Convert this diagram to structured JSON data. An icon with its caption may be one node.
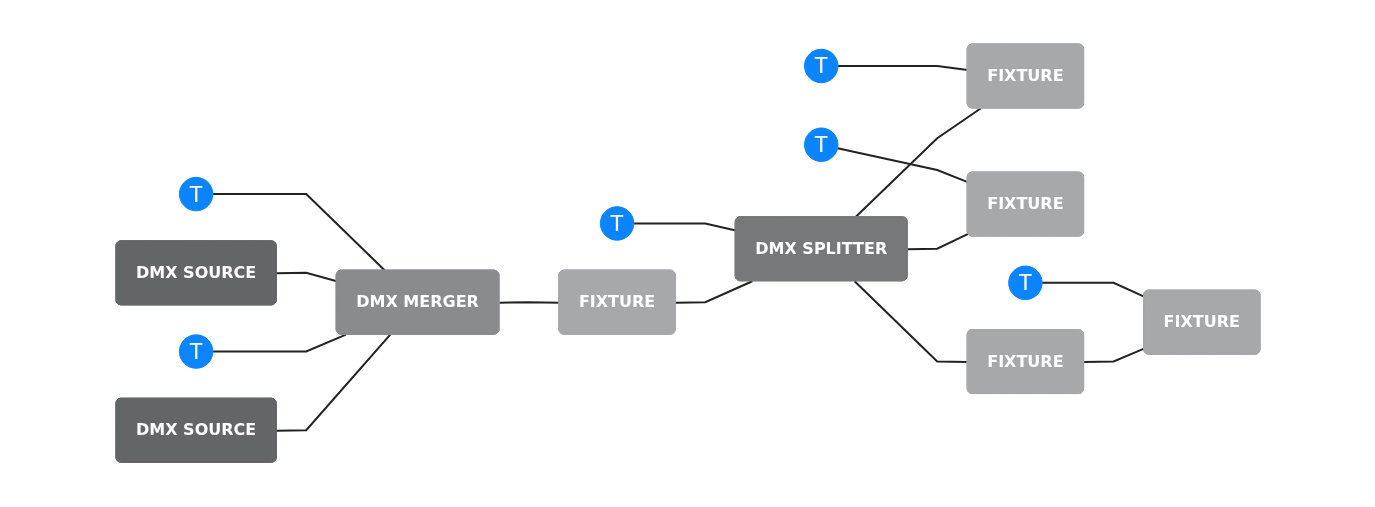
{
  "diagram": {
    "nodes": [
      {
        "text": [
          "DMX SOURCE"
        ]
      },
      {
        "text": [
          "T"
        ]
      },
      {
        "text": [
          "DMX MERGER"
        ]
      },
      {
        "text": [
          "DMX SOURCE"
        ]
      },
      {
        "text": [
          "T"
        ]
      },
      {
        "text": [
          "FIXTURE"
        ]
      },
      {
        "text": [
          "T"
        ]
      },
      {
        "text": [
          "DMX SPLITTER"
        ]
      },
      {
        "text": [
          "T"
        ]
      },
      {
        "text": [
          "FIXTURE"
        ]
      },
      {
        "text": [
          "T"
        ]
      },
      {
        "text": [
          "FIXTURE"
        ]
      },
      {
        "text": [
          "FIXTURE"
        ]
      },
      {
        "text": [
          "T"
        ]
      },
      {
        "text": [
          "FIXTURE"
        ]
      }
    ],
    "edges": [
      {
        "from": 0,
        "to": 2,
        "arrow": "none"
      },
      {
        "from": 1,
        "to": 2,
        "arrow": "none"
      },
      {
        "from": 3,
        "to": 2,
        "arrow": "none"
      },
      {
        "from": 4,
        "to": 2,
        "arrow": "none"
      },
      {
        "from": 2,
        "to": 5,
        "arrow": "none"
      },
      {
        "from": 5,
        "to": 7,
        "arrow": "none"
      },
      {
        "from": 6,
        "to": 7,
        "arrow": "none"
      },
      {
        "from": 7,
        "to": 9,
        "arrow": "none"
      },
      {
        "from": 8,
        "to": 9,
        "arrow": "none"
      },
      {
        "from": 7,
        "to": 11,
        "arrow": "none"
      },
      {
        "from": 10,
        "to": 11,
        "arrow": "none"
      },
      {
        "from": 7,
        "to": 12,
        "arrow": "none"
      },
      {
        "from": 12,
        "to": 14,
        "arrow": "none"
      },
      {
        "from": 13,
        "to": 14,
        "arrow": "none"
      }
    ]
  }
}
